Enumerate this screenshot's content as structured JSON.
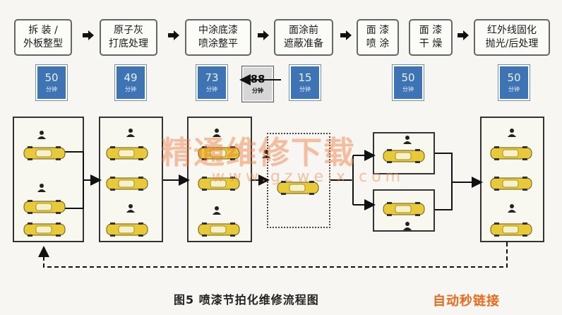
{
  "steps": [
    {
      "label": "拆 装 /\n外板整型"
    },
    {
      "label": "原子灰\n打底处理"
    },
    {
      "label": "中涂底漆\n喷涂整平"
    },
    {
      "label": "面涂前\n遮蔽准备"
    },
    {
      "label": "面 漆\n喷 涂"
    },
    {
      "label": "面 漆\n干 燥"
    },
    {
      "label": "红外线固化\n抛光/后处理"
    }
  ],
  "times": [
    {
      "value": "50",
      "unit": "分钟"
    },
    {
      "value": "49",
      "unit": "分钟"
    },
    {
      "value": "73",
      "unit": "分钟"
    },
    {
      "value": "88",
      "unit": "分钟"
    },
    {
      "value": "15",
      "unit": "分钟"
    },
    {
      "value": "50",
      "unit": "分钟"
    },
    {
      "value": "50",
      "unit": "分钟"
    }
  ],
  "caption": "图5 喷漆节拍化维修流程图",
  "watermark": {
    "main": "精通维修下载",
    "url": "www.gzweix.com"
  },
  "logo": "自动秒链接",
  "colors": {
    "time_box": "#3f74b4",
    "wait_box": "#d6d6d6",
    "car": "#e8c93a",
    "watermark": "#ee783c"
  }
}
